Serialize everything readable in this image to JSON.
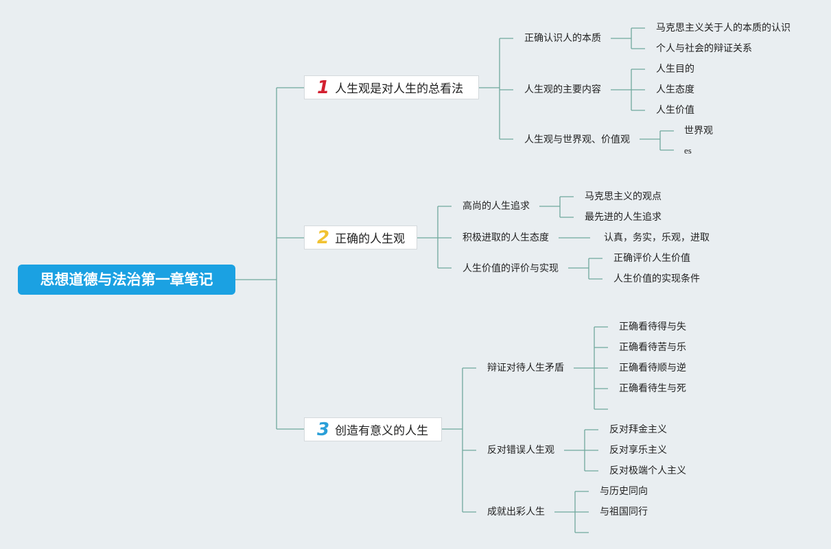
{
  "root": "思想道德与法治第一章笔记",
  "topics": [
    {
      "num": "1",
      "title": "人生观是对人生的总看法",
      "color": "#d32030"
    },
    {
      "num": "2",
      "title": "正确的人生观",
      "color": "#f1c232"
    },
    {
      "num": "3",
      "title": "创造有意义的人生",
      "color": "#2a9fd8"
    }
  ],
  "t1": {
    "b1": {
      "label": "正确认识人的本质",
      "leaves": [
        "马克思主义关于人的本质的认识",
        "个人与社会的辩证关系"
      ]
    },
    "b2": {
      "label": "人生观的主要内容",
      "leaves": [
        "人生目的",
        "人生态度",
        "人生价值"
      ]
    },
    "b3": {
      "label": "人生观与世界观、价值观",
      "leaves": [
        "世界观",
        "es"
      ]
    }
  },
  "t2": {
    "b1": {
      "label": "高尚的人生追求",
      "leaves": [
        "马克思主义的观点",
        "最先进的人生追求"
      ]
    },
    "b2": {
      "label": "积极进取的人生态度",
      "leaves": [
        "认真，务实，乐观，进取"
      ]
    },
    "b3": {
      "label": "人生价值的评价与实现",
      "leaves": [
        "正确评价人生价值",
        "人生价值的实现条件"
      ]
    }
  },
  "t3": {
    "b1": {
      "label": "辩证对待人生矛盾",
      "leaves": [
        "正确看待得与失",
        "正确看待苦与乐",
        "正确看待顺与逆",
        "正确看待生与死"
      ]
    },
    "b2": {
      "label": "反对错误人生观",
      "leaves": [
        "反对拜金主义",
        "反对享乐主义",
        "反对极端个人主义"
      ]
    },
    "b3": {
      "label": "成就出彩人生",
      "leaves": [
        "与历史同向",
        "与祖国同行"
      ]
    }
  },
  "colors": {
    "line": "#6fa89c",
    "root_bg": "#1ba1e2",
    "background": "#e9eef1"
  }
}
